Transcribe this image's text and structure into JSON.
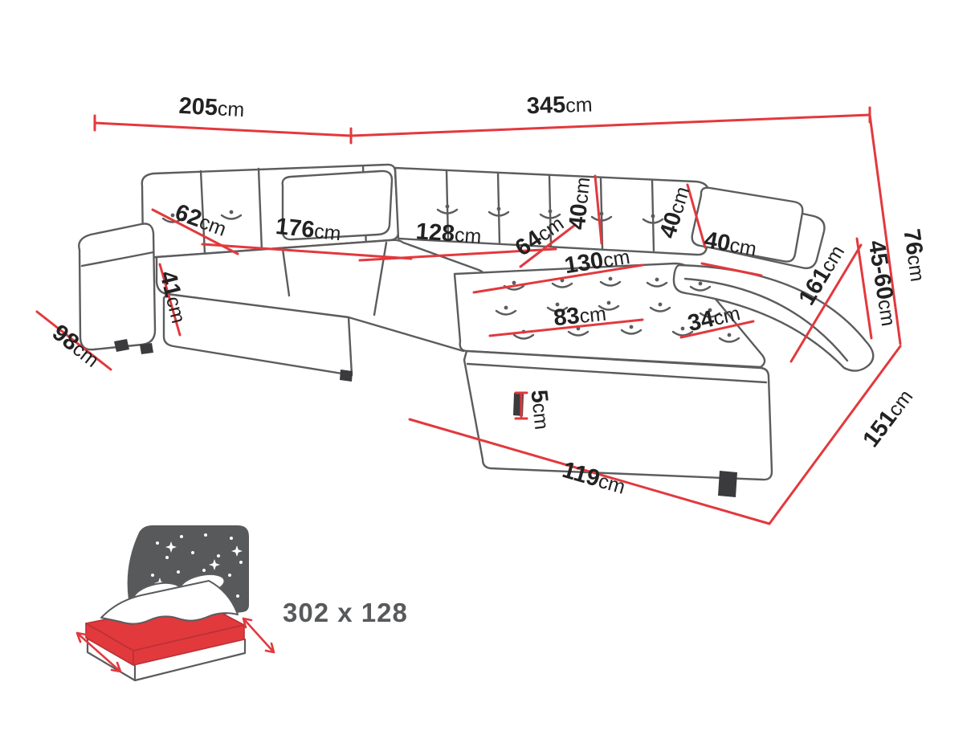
{
  "colors": {
    "dimension_red": "#e2393d",
    "outline_gray": "#5b5c5e",
    "label_dark": "#222222",
    "icon_gray": "#58595b",
    "mattress_red": "#e2393d",
    "leg_dark": "#3b3b3d"
  },
  "dimensions": {
    "back_width_left": {
      "value": "205",
      "unit": "cm"
    },
    "back_width_right": {
      "value": "345",
      "unit": "cm"
    },
    "seat_depth_left": {
      "value": "62",
      "unit": "cm"
    },
    "seat_width_left": {
      "value": "176",
      "unit": "cm"
    },
    "seat_width_middle": {
      "value": "128",
      "unit": "cm"
    },
    "seat_depth_middle": {
      "value": "64",
      "unit": "cm"
    },
    "backrest_height_left": {
      "value": "40",
      "unit": "cm"
    },
    "backrest_height_right": {
      "value": "40",
      "unit": "cm"
    },
    "pillow_width": {
      "value": "40",
      "unit": "cm"
    },
    "chaise_width_back": {
      "value": "130",
      "unit": "cm"
    },
    "chaise_seat_width": {
      "value": "83",
      "unit": "cm"
    },
    "armrest_width": {
      "value": "34",
      "unit": "cm"
    },
    "armrest_length": {
      "value": "161",
      "unit": "cm"
    },
    "seat_height": {
      "value": "41",
      "unit": "cm"
    },
    "side_depth_left": {
      "value": "98",
      "unit": "cm"
    },
    "total_height": {
      "value": "76",
      "unit": "cm"
    },
    "armrest_height": {
      "value": "45-60",
      "unit": "cm"
    },
    "chaise_depth": {
      "value": "151",
      "unit": "cm"
    },
    "leg_height": {
      "value": "5",
      "unit": "cm"
    },
    "chaise_front_width": {
      "value": "119",
      "unit": "cm"
    }
  },
  "sleeping_function": {
    "label": "302 x 128",
    "icon": "sofa-bed-night-stars-icon"
  }
}
